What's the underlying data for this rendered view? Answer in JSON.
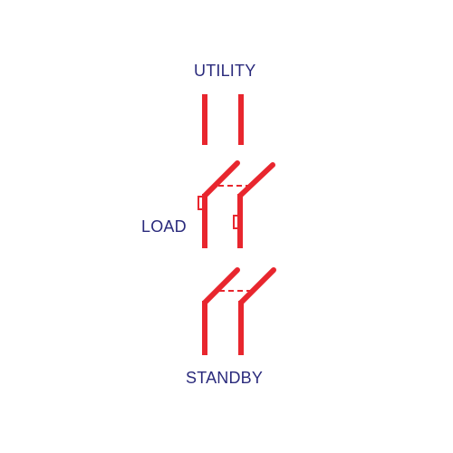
{
  "labels": {
    "utility": "UTILITY",
    "load": "LOAD",
    "standby": "STANDBY"
  },
  "colors": {
    "line": "#e8262e",
    "text": "#2a2a7c",
    "background": "#ffffff"
  }
}
